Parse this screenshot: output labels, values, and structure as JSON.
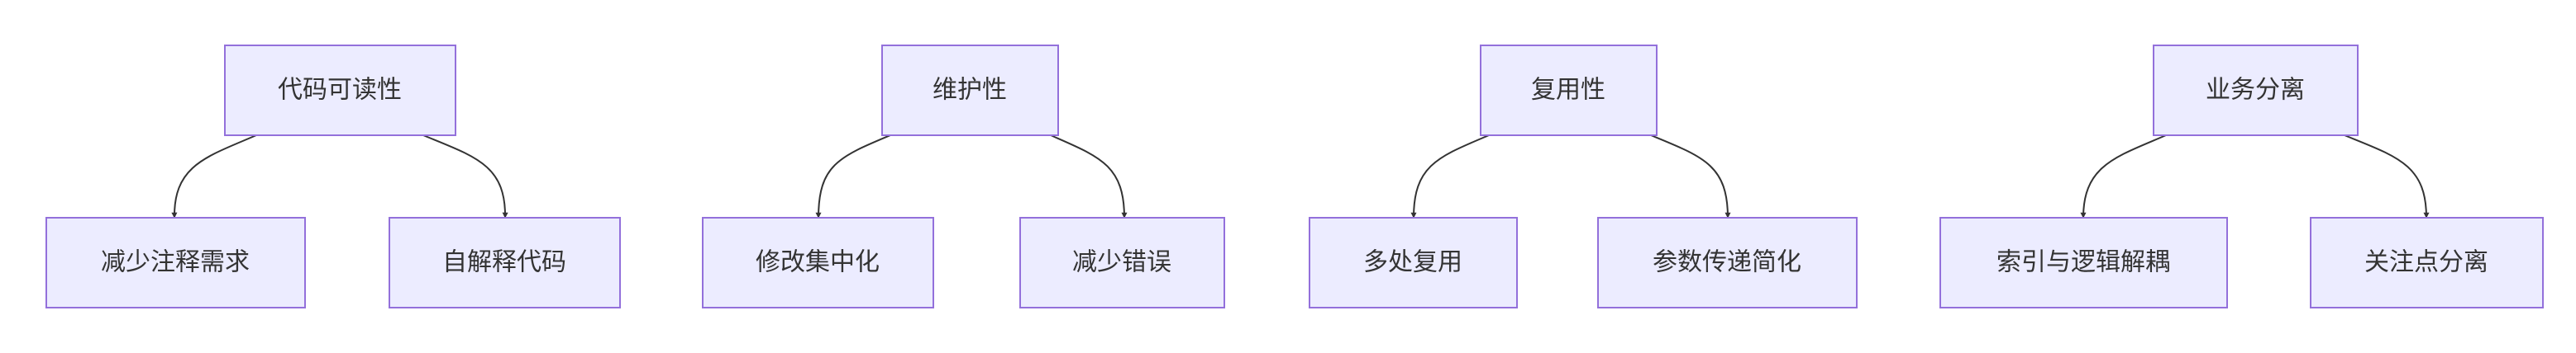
{
  "diagram": {
    "groups": [
      {
        "parent": "代码可读性",
        "children": [
          "减少注释需求",
          "自解释代码"
        ]
      },
      {
        "parent": "维护性",
        "children": [
          "修改集中化",
          "减少错误"
        ]
      },
      {
        "parent": "复用性",
        "children": [
          "多处复用",
          "参数传递简化"
        ]
      },
      {
        "parent": "业务分离",
        "children": [
          "索引与逻辑解耦",
          "关注点分离"
        ]
      }
    ]
  }
}
